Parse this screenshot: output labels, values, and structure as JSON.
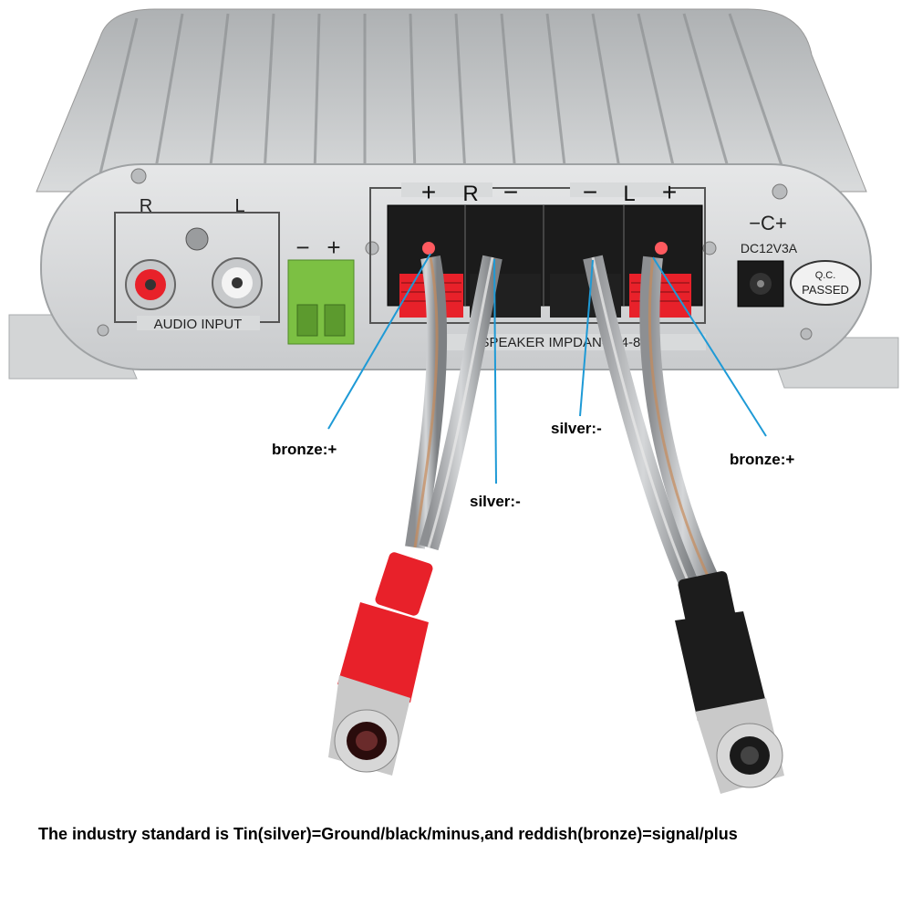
{
  "amplifier": {
    "channel_r": "R",
    "channel_l": "L",
    "audio_input_label": "AUDIO INPUT",
    "power_terminal_minus": "−",
    "power_terminal_plus": "+",
    "speaker_plus_r": "+",
    "speaker_r": "R",
    "speaker_minus_r": "−",
    "speaker_minus_l": "−",
    "speaker_l": "L",
    "speaker_plus_l": "+",
    "speaker_impedance_label": "SPEAKER IMPDANCE4-8Ω",
    "dc_label": "DC12V3A",
    "qc_line1": "Q.C.",
    "qc_line2": "PASSED"
  },
  "callouts": {
    "left_plus": "bronze:+",
    "left_minus": "silver:-",
    "right_minus": "silver:-",
    "right_plus": "bronze:+"
  },
  "caption": "The industry standard is Tin(silver)=Ground/black/minus,and reddish(bronze)=signal/plus",
  "colors": {
    "callout_line": "#1e9ad6",
    "case": "#c8cbcc",
    "rca_red": "#e8212a",
    "rca_black": "#1c1c1c",
    "terminal_green": "#7cc043"
  }
}
